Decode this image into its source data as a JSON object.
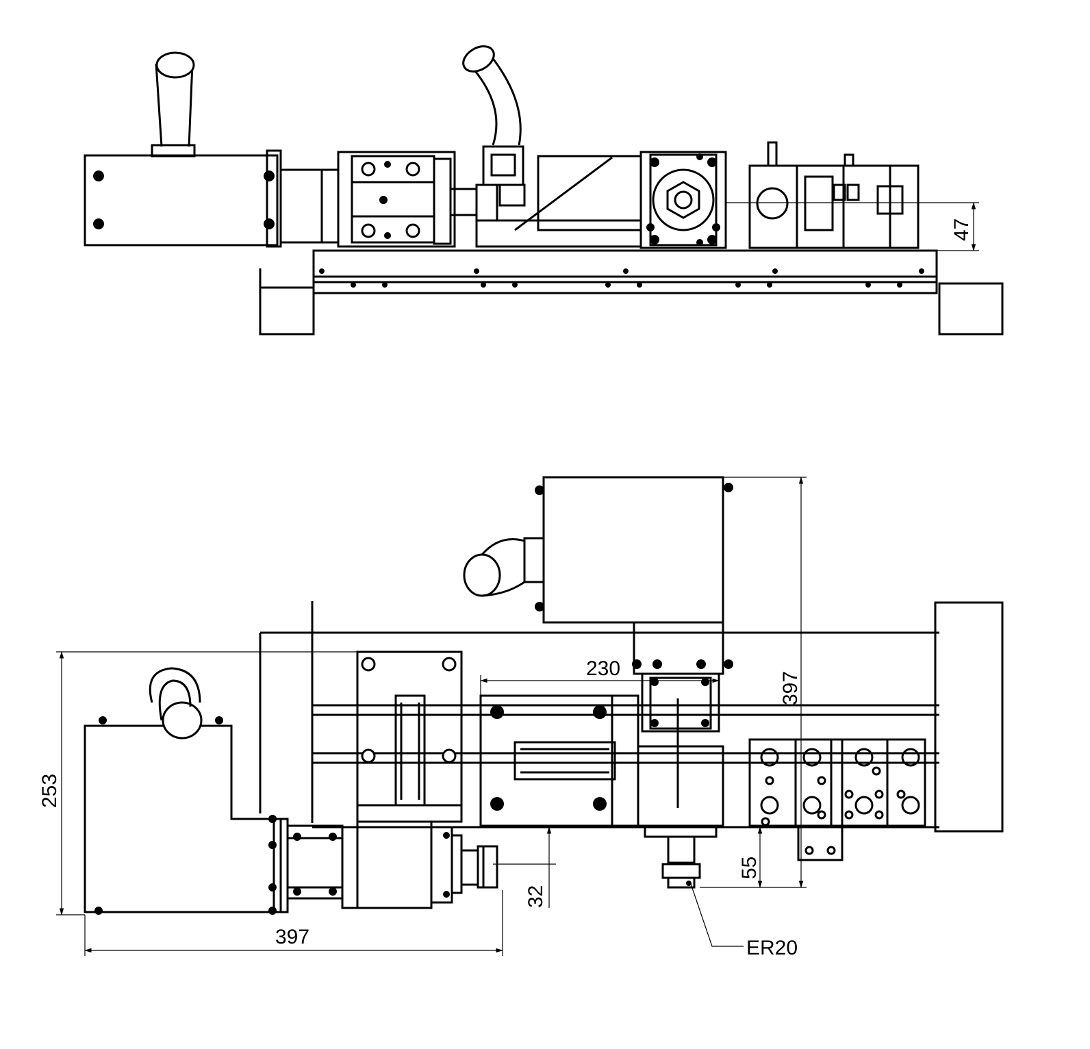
{
  "dimensions": {
    "top_offset": "47",
    "spindle_height": "397",
    "spindle_offset": "230",
    "frame_height": "253",
    "overall_length": "397",
    "gap_small": "32",
    "collet_offset": "55",
    "collet_label": "ER20"
  },
  "colors": {
    "line": "#000000",
    "background": "#ffffff"
  }
}
